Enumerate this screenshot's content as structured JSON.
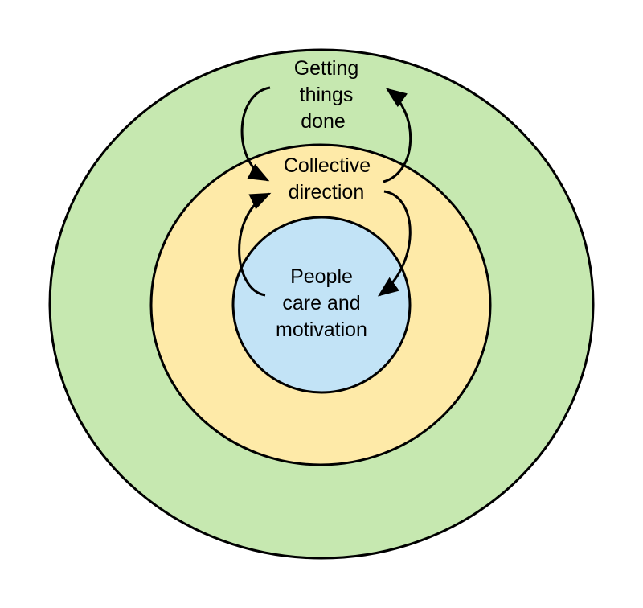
{
  "colors": {
    "outer": "#c6e8b0",
    "middle": "#feeaa8",
    "inner": "#c2e3f6",
    "stroke": "#000000"
  },
  "outer_ring": {
    "lines": [
      "Getting",
      "things",
      "done"
    ]
  },
  "middle_ring": {
    "lines": [
      "Collective",
      "direction"
    ]
  },
  "inner_circle": {
    "lines": [
      "People",
      "care and",
      "motivation"
    ]
  }
}
